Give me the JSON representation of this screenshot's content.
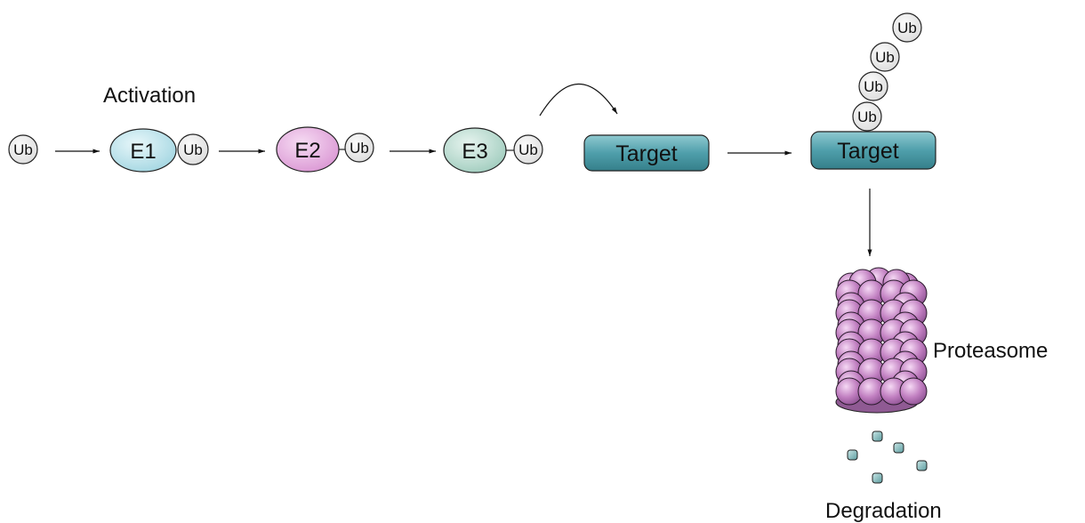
{
  "labels": {
    "activation": "Activation",
    "proteasome": "Proteasome",
    "degradation": "Degradation"
  },
  "ubiquitin": {
    "label": "Ub"
  },
  "enzymes": {
    "e1": {
      "label": "E1",
      "color": "#bfe6ee"
    },
    "e2": {
      "label": "E2",
      "color": "#e9b3e3"
    },
    "e3": {
      "label": "E3",
      "color": "#c7e3da"
    }
  },
  "target": {
    "label": "Target",
    "color": "#3f8f9c"
  },
  "proteasome_color": "#b071b0",
  "fragment_color": "#7fb5b8"
}
